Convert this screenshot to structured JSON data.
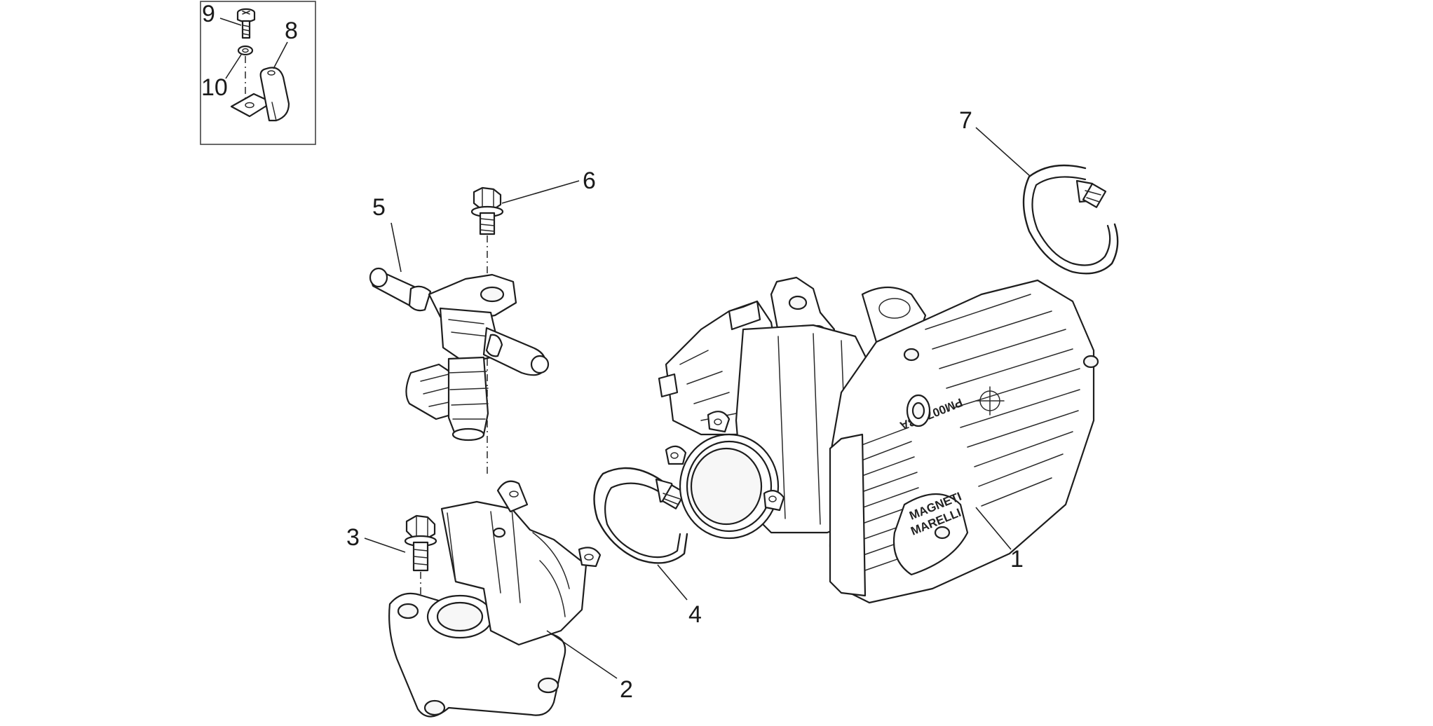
{
  "callouts": {
    "c1": "1",
    "c2": "2",
    "c3": "3",
    "c4": "4",
    "c5": "5",
    "c6": "6",
    "c7": "7",
    "c8": "8",
    "c9": "9",
    "c10": "10"
  },
  "throttle_body": {
    "part_number_etch": "PM007803A",
    "logo_line1": "MAGNETI",
    "logo_line2": "MARELLI"
  }
}
